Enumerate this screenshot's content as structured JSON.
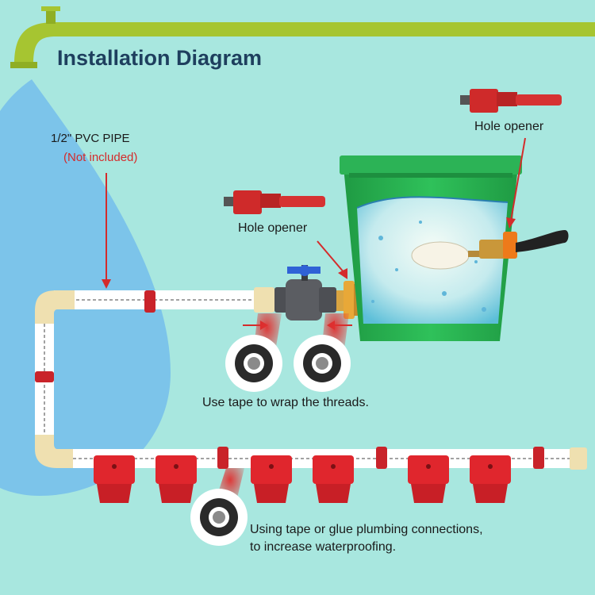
{
  "title": "Installation Diagram",
  "labels": {
    "pvc_pipe": "1/2\" PVC PIPE",
    "not_included": "(Not included)",
    "hole_opener_top": "Hole opener",
    "hole_opener_mid": "Hole opener",
    "tape_threads": "Use tape to wrap the threads.",
    "tape_glue_line1": "Using tape or glue plumbing connections,",
    "tape_glue_line2": "to increase waterproofing."
  },
  "colors": {
    "background": "#a8e7df",
    "faucet_green": "#a6c531",
    "bucket_green": "#22a84a",
    "water_drop": "#7cc4ea",
    "pipe_white": "#ffffff",
    "joint_beige": "#efe0b0",
    "cup_red": "#e0262d",
    "callout_red": "#d42b2b",
    "valve_blue": "#2f62d6",
    "brass": "#d9a441"
  }
}
